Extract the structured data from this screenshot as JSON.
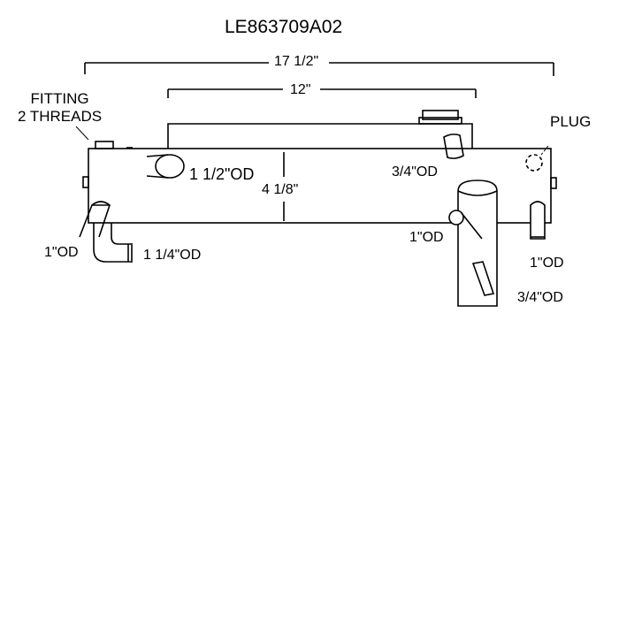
{
  "part_number": "LE863709A02",
  "dimensions": {
    "overall_length": "17 1/2\"",
    "top_length": "12\"",
    "height": "4 1/8\""
  },
  "callouts": {
    "fitting_line1": "FITTING",
    "fitting_line2": "2 THREADS",
    "plug": "PLUG",
    "inlet_od": "1 1/2\"OD",
    "top_right_od": "3/4\"OD",
    "bottom_left_od": "1\"OD",
    "small_pipe_od": "1 1/4\"OD",
    "center_od": "1\"OD",
    "right_od": "1\"OD",
    "bottom_right_od": "3/4\"OD"
  },
  "colors": {
    "line": "#000000",
    "background": "#ffffff"
  }
}
